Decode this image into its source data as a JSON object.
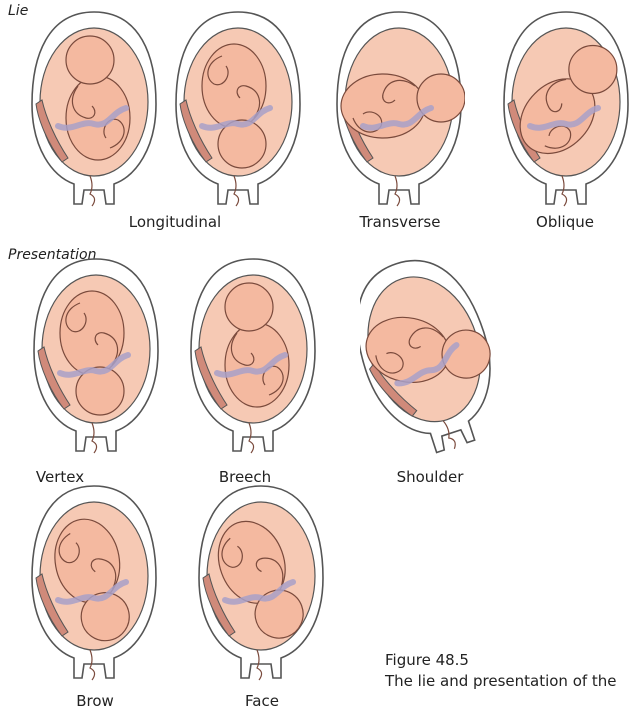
{
  "sections": {
    "lie": "Lie",
    "presentation": "Presentation"
  },
  "captions": {
    "longitudinal": "Longitudinal",
    "transverse": "Transverse",
    "oblique": "Oblique",
    "vertex": "Vertex",
    "breech": "Breech",
    "shoulder": "Shoulder",
    "brow": "Brow",
    "face": "Face"
  },
  "figure": {
    "number": "Figure 48.5",
    "title": "The lie and presentation of the"
  },
  "colors": {
    "uterus_outline": "#555555",
    "uterus_fill": "#f6c9b4",
    "fetus_fill": "#f4b9a0",
    "fetus_outline": "#7a4a3c",
    "cord": "#a8a0c8",
    "placenta": "#d08a7a"
  }
}
